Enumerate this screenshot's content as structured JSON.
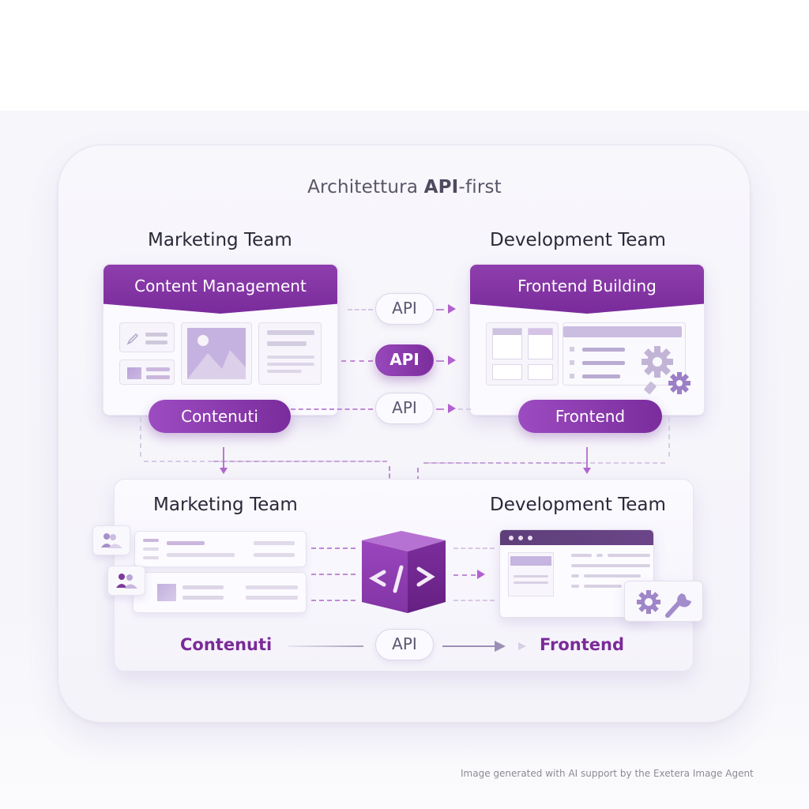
{
  "title": {
    "prefix": "Architettura ",
    "bold": "API",
    "suffix": "-first"
  },
  "top": {
    "marketing": {
      "team_label": "Marketing Team",
      "panel_title": "Content Management",
      "pill_label": "Contenuti",
      "icons": [
        "pencil-icon",
        "image-icon",
        "thumbnail-icon",
        "text-lines-icon"
      ]
    },
    "development": {
      "team_label": "Development Team",
      "panel_title": "Frontend Building",
      "pill_label": "Frontend",
      "icons": [
        "grid-layout-icon",
        "list-icon",
        "gear-icon",
        "small-gear-icon"
      ]
    },
    "api_pills": [
      {
        "label": "API",
        "active": false
      },
      {
        "label": "API",
        "active": true
      },
      {
        "label": "API",
        "active": false
      }
    ]
  },
  "bottom": {
    "marketing_label": "Marketing Team",
    "development_label": "Development Team",
    "center_icon": "code-cube-icon",
    "center_glyph": "</>",
    "flow": {
      "source": "Contenuti",
      "api": "API",
      "target": "Frontend"
    }
  },
  "footer": "Image generated with AI support by the Exetera Image Agent",
  "colors": {
    "primary_purple": "#7a2b9b",
    "light_purple": "#b261cf",
    "text_dark": "#2b2838",
    "background": "#f6f5fa"
  }
}
